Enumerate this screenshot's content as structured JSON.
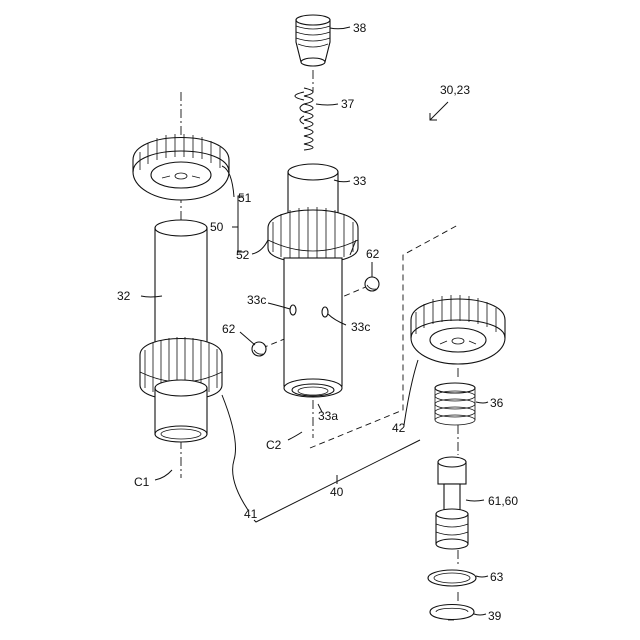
{
  "labels": {
    "l38": "38",
    "l37": "37",
    "l3023": "30,23",
    "l33": "33",
    "l51": "51",
    "l50": "50",
    "l52": "52",
    "l62a": "62",
    "l32": "32",
    "l33c_left": "33c",
    "l33c_right": "33c",
    "l62b": "62",
    "l36": "36",
    "l33a": "33a",
    "l42": "42",
    "lC2": "C2",
    "lC1": "C1",
    "l40": "40",
    "l6160": "61,60",
    "l41": "41",
    "l63": "63",
    "l39": "39"
  }
}
